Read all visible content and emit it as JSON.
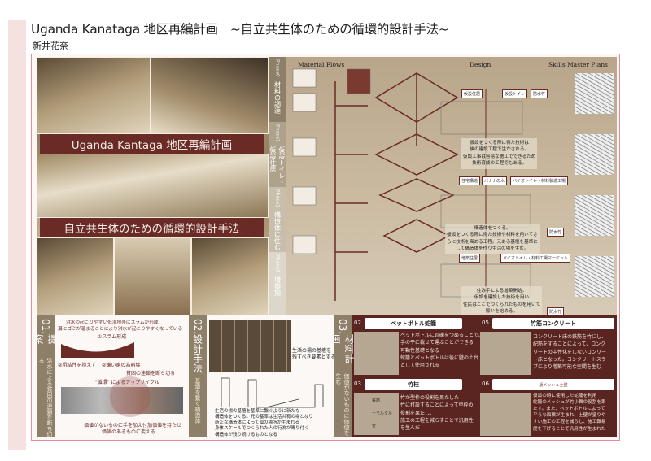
{
  "header": {
    "title": "Uganda Kanataga 地区再編計画　~自立共生体のための循環的設計手法~",
    "author": "新井花奈"
  },
  "hero": {
    "banner1": "Uganda Kantaga 地区再編計画",
    "banner2": "自立共生体のための循環的設計手法"
  },
  "phases": [
    {
      "tag": "Phase0",
      "label": "材料の調達"
    },
    {
      "tag": "Phase1",
      "label": "仮設トイレ・仮設住居"
    },
    {
      "tag": "Phase2",
      "label": "構造体に住む"
    },
    {
      "tag": "Phase3",
      "label": "増築期"
    }
  ],
  "right_panel": {
    "headings": {
      "material": "Material Flows",
      "design": "Design",
      "skills": "Skills",
      "master": "Master Plans"
    },
    "labels": [
      "仮設住居",
      "仮設トイレ",
      "防水竹",
      "住宅構造",
      "バナナの木",
      "バイオトイレ・材料製造工場",
      "増築住居",
      "バイオトイレ・材料工場マーケット",
      "防水竹",
      "防水竹"
    ],
    "notes": [
      "仮設をつくる際に得た技術は\n後の建設工程で生かされる。\n仮設工事は容易な施工でできるため\n技術育成の工程でもある。",
      "構造体をつくる。\n仮設をつくる際に得た技術や材料を用いてさ\nらに技術を高める工程。元ある基壇を基準に\nして構造体を作り生活の場を生む。",
      "住み手による増築開始。\n仮設を建設した技術を用い\n住民はここでつくられたものを用いて\n賑いを始める。"
    ]
  },
  "section01": {
    "num": "01.",
    "title": "提案",
    "subtitle": "洪水による貧困の連鎖を断ち切る",
    "lines": [
      "洪水の起こりやすい低湿地帯にスラムが形成",
      "溝にゴミが溜まることにより洪水が起こりやすくなっている"
    ],
    "steps": [
      "①スラム形成",
      "②粗結性を抱えず",
      "②嫌い家の為崩壊"
    ],
    "cut": "貧困の連鎖を断ち切る",
    "upcycle": "\"循環\" によるアップサイクル",
    "footer": [
      "価値がないものに手を加え付加価値を持たせ",
      "価値のあるものに変える"
    ]
  },
  "section02": {
    "num": "02.",
    "title": "設計手法",
    "subtitle": "基壇を繋ぐ構造体",
    "arrow_text": [
      "生活の場の基壇を",
      "残すべき要素とする"
    ],
    "body": [
      "生活の場の基壇を基準に繋ぐように新たな",
      "構造体をつくる。元の基準は生活共有の場となり",
      "新たな構造体によって個の場所が生まれる",
      "身体スケールでつくられた人の行為が寄り付く",
      "構造体が残り続けるものとなる"
    ]
  },
  "section03": {
    "num": "03.",
    "title": "材料計画",
    "subtitle": "価値がないものに価値を生む",
    "cards": [
      {
        "num": "02",
        "title": "ペットボトル蛇籠",
        "text": [
          "ペットボトルに瓦礫をつめることで、",
          "手の平に載せて運ぶことができる",
          "可動性基礎となる",
          "蛇籠とペットボトルは後に壁の土台",
          "として使用される"
        ]
      },
      {
        "num": "05",
        "title": "竹筋コンクリート",
        "text": [
          "コンクリート床の鉄筋を竹にし、",
          "配筋をすることによって、コンク",
          "リートの中性化をしないコンリー",
          "ト床となった。コンクリートスラ",
          "ブにより増築可能な空間を生む"
        ]
      },
      {
        "num": "03",
        "title": "竹柱",
        "legend": [
          "鉄筋",
          "土モルタル",
          "竹"
        ],
        "text": [
          "竹が型枠の役割を果たした",
          "竹に打設することによって型枠の",
          "役割を果たし、",
          "施工の工程を減らすことで汎用性",
          "を生んだ"
        ]
      },
      {
        "num": "06",
        "title": "版メッシュ土壁",
        "text": [
          "仮設の時に使用した蛇籠を利用",
          "蛇籠のメッシュが竹小舞の役割を果",
          "たす。また、ペットボトルによって",
          "平らな面積が生まれ、土壁が塗りや",
          "すい施工の工程を減らし、施工難易",
          "度を下げることで汎用性が生まれた"
        ]
      }
    ]
  },
  "colors": {
    "maroon": "#6a2a26",
    "frame": "#e58a9a",
    "tan": "#b8a58a"
  }
}
